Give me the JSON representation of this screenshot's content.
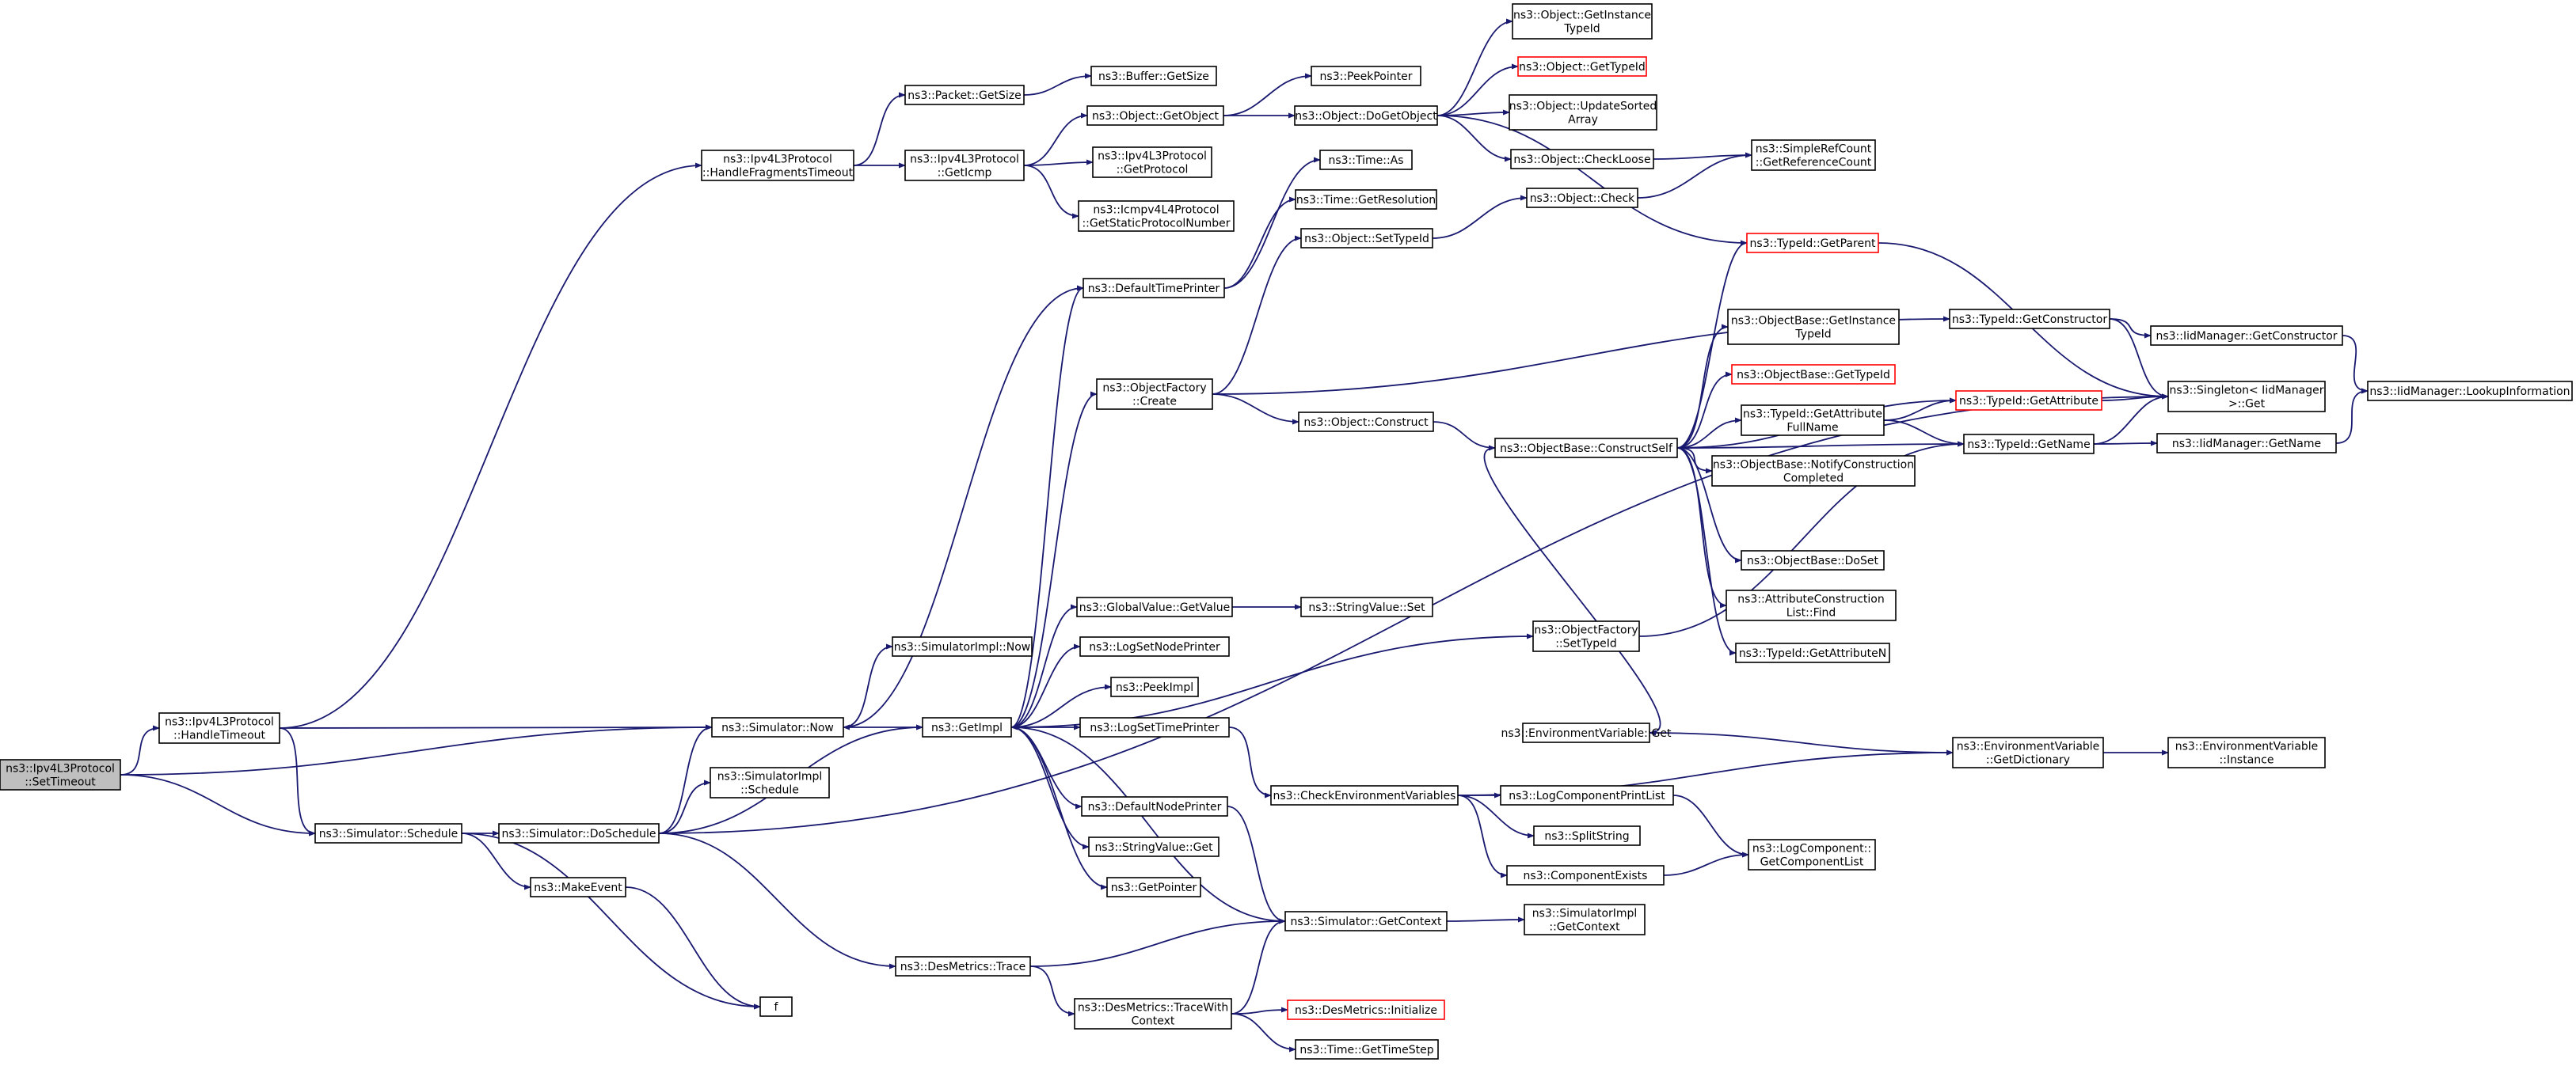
{
  "colors": {
    "edge": "#191970",
    "root_fill": "#bfbfbf",
    "highlight_border": "#ff0000",
    "border": "#000000"
  },
  "nodes": [
    {
      "id": "settimeout",
      "lines": [
        "ns3::Ipv4L3Protocol",
        "::SetTimeout"
      ]
    },
    {
      "id": "handletimeout",
      "lines": [
        "ns3::Ipv4L3Protocol",
        "::HandleTimeout"
      ]
    },
    {
      "id": "handlefragments",
      "lines": [
        "ns3::Ipv4L3Protocol",
        "::HandleFragmentsTimeout"
      ]
    },
    {
      "id": "schedule",
      "lines": [
        "ns3::Simulator::Schedule"
      ]
    },
    {
      "id": "now",
      "lines": [
        "ns3::Simulator::Now"
      ]
    },
    {
      "id": "doschedule",
      "lines": [
        "ns3::Simulator::DoSchedule"
      ]
    },
    {
      "id": "makeevent",
      "lines": [
        "ns3::MakeEvent"
      ]
    },
    {
      "id": "f",
      "lines": [
        "f"
      ]
    },
    {
      "id": "packetgetsize",
      "lines": [
        "ns3::Packet::GetSize"
      ]
    },
    {
      "id": "geticmp",
      "lines": [
        "ns3::Ipv4L3Protocol",
        "::GetIcmp"
      ]
    },
    {
      "id": "simimplnow",
      "lines": [
        "ns3::SimulatorImpl::Now"
      ]
    },
    {
      "id": "simimplschedule",
      "lines": [
        "ns3::SimulatorImpl",
        "::Schedule"
      ]
    },
    {
      "id": "getimpl",
      "lines": [
        "ns3::GetImpl"
      ]
    },
    {
      "id": "desmetricstrace",
      "lines": [
        "ns3::DesMetrics::Trace"
      ]
    },
    {
      "id": "tracewithcontext",
      "lines": [
        "ns3::DesMetrics::TraceWith",
        "Context"
      ]
    },
    {
      "id": "buffergetsize",
      "lines": [
        "ns3::Buffer::GetSize"
      ]
    },
    {
      "id": "objectgetobject",
      "lines": [
        "ns3::Object::GetObject"
      ]
    },
    {
      "id": "ipv4getprotocol",
      "lines": [
        "ns3::Ipv4L3Protocol",
        "::GetProtocol"
      ]
    },
    {
      "id": "icmpstatic",
      "lines": [
        "ns3::Icmpv4L4Protocol",
        "::GetStaticProtocolNumber"
      ]
    },
    {
      "id": "defaulttimeprinter",
      "lines": [
        "ns3::DefaultTimePrinter"
      ]
    },
    {
      "id": "objfactorycreate",
      "lines": [
        "ns3::ObjectFactory",
        "::Create"
      ]
    },
    {
      "id": "globalvalue",
      "lines": [
        "ns3::GlobalValue::GetValue"
      ]
    },
    {
      "id": "logsetnodeprinter",
      "lines": [
        "ns3::LogSetNodePrinter"
      ]
    },
    {
      "id": "peekimpl",
      "lines": [
        "ns3::PeekImpl"
      ]
    },
    {
      "id": "logsettimeprinter",
      "lines": [
        "ns3::LogSetTimePrinter"
      ]
    },
    {
      "id": "defaultnodeprinter",
      "lines": [
        "ns3::DefaultNodePrinter"
      ]
    },
    {
      "id": "stringvalueget",
      "lines": [
        "ns3::StringValue::Get"
      ]
    },
    {
      "id": "getpointer",
      "lines": [
        "ns3::GetPointer"
      ]
    },
    {
      "id": "getcontext",
      "lines": [
        "ns3::Simulator::GetContext"
      ]
    },
    {
      "id": "peekpointer",
      "lines": [
        "ns3::PeekPointer"
      ]
    },
    {
      "id": "dogetobject",
      "lines": [
        "ns3::Object::DoGetObject"
      ]
    },
    {
      "id": "timeas",
      "lines": [
        "ns3::Time::As"
      ]
    },
    {
      "id": "timegetresolution",
      "lines": [
        "ns3::Time::GetResolution"
      ]
    },
    {
      "id": "objectsettypeid",
      "lines": [
        "ns3::Object::SetTypeId"
      ]
    },
    {
      "id": "objectconstruct",
      "lines": [
        "ns3::Object::Construct"
      ]
    },
    {
      "id": "stringvalueset",
      "lines": [
        "ns3::StringValue::Set"
      ]
    },
    {
      "id": "desinitialize",
      "lines": [
        "ns3::DesMetrics::Initialize"
      ]
    },
    {
      "id": "timegettimestep",
      "lines": [
        "ns3::Time::GetTimeStep"
      ]
    },
    {
      "id": "checkenv",
      "lines": [
        "ns3::CheckEnvironmentVariables"
      ]
    },
    {
      "id": "getinstancetypeid",
      "lines": [
        "ns3::Object::GetInstance",
        "TypeId"
      ]
    },
    {
      "id": "objectgettypeid",
      "lines": [
        "ns3::Object::GetTypeId"
      ]
    },
    {
      "id": "updatesorted",
      "lines": [
        "ns3::Object::UpdateSorted",
        "Array"
      ]
    },
    {
      "id": "checkloose",
      "lines": [
        "ns3::Object::CheckLoose"
      ]
    },
    {
      "id": "objectcheck",
      "lines": [
        "ns3::Object::Check"
      ]
    },
    {
      "id": "constructself",
      "lines": [
        "ns3::ObjectBase::ConstructSelf"
      ]
    },
    {
      "id": "objfactorysettypeid",
      "lines": [
        "ns3::ObjectFactory",
        "::SetTypeId"
      ]
    },
    {
      "id": "envget",
      "lines": [
        "ns3::EnvironmentVariable::Get"
      ]
    },
    {
      "id": "logcomplist",
      "lines": [
        "ns3::LogComponentPrintList"
      ]
    },
    {
      "id": "splitstring",
      "lines": [
        "ns3::SplitString"
      ]
    },
    {
      "id": "componentexists",
      "lines": [
        "ns3::ComponentExists"
      ]
    },
    {
      "id": "simimplgetcontext",
      "lines": [
        "ns3::SimulatorImpl",
        "::GetContext"
      ]
    },
    {
      "id": "getrefcount",
      "lines": [
        "ns3::SimpleRefCount",
        "::GetReferenceCount"
      ]
    },
    {
      "id": "typeidgetparent",
      "lines": [
        "ns3::TypeId::GetParent"
      ]
    },
    {
      "id": "obbgetinstancetypeid",
      "lines": [
        "ns3::ObjectBase::GetInstance",
        "TypeId"
      ]
    },
    {
      "id": "obbgettypeid",
      "lines": [
        "ns3::ObjectBase::GetTypeId"
      ]
    },
    {
      "id": "getattrfullname",
      "lines": [
        "ns3::TypeId::GetAttribute",
        "FullName"
      ]
    },
    {
      "id": "notifyconstruction",
      "lines": [
        "ns3::ObjectBase::NotifyConstruction",
        "Completed"
      ]
    },
    {
      "id": "obbdoset",
      "lines": [
        "ns3::ObjectBase::DoSet"
      ]
    },
    {
      "id": "attrconstructionfind",
      "lines": [
        "ns3::AttributeConstruction",
        "List::Find"
      ]
    },
    {
      "id": "getattributen",
      "lines": [
        "ns3::TypeId::GetAttributeN"
      ]
    },
    {
      "id": "logcompgetlist",
      "lines": [
        "ns3::LogComponent::",
        "GetComponentList"
      ]
    },
    {
      "id": "typeidgetconstructor",
      "lines": [
        "ns3::TypeId::GetConstructor"
      ]
    },
    {
      "id": "typeidgetattribute",
      "lines": [
        "ns3::TypeId::GetAttribute"
      ]
    },
    {
      "id": "typeidgetname",
      "lines": [
        "ns3::TypeId::GetName"
      ]
    },
    {
      "id": "envgetdictionary",
      "lines": [
        "ns3::EnvironmentVariable",
        "::GetDictionary"
      ]
    },
    {
      "id": "iidgetconstructor",
      "lines": [
        "ns3::IidManager::GetConstructor"
      ]
    },
    {
      "id": "singletonget",
      "lines": [
        "ns3::Singleton< IidManager",
        " >::Get"
      ]
    },
    {
      "id": "iidgetname",
      "lines": [
        "ns3::IidManager::GetName"
      ]
    },
    {
      "id": "envinstance",
      "lines": [
        "ns3::EnvironmentVariable",
        "::Instance"
      ]
    },
    {
      "id": "iidlookup",
      "lines": [
        "ns3::IidManager::LookupInformation"
      ]
    }
  ]
}
